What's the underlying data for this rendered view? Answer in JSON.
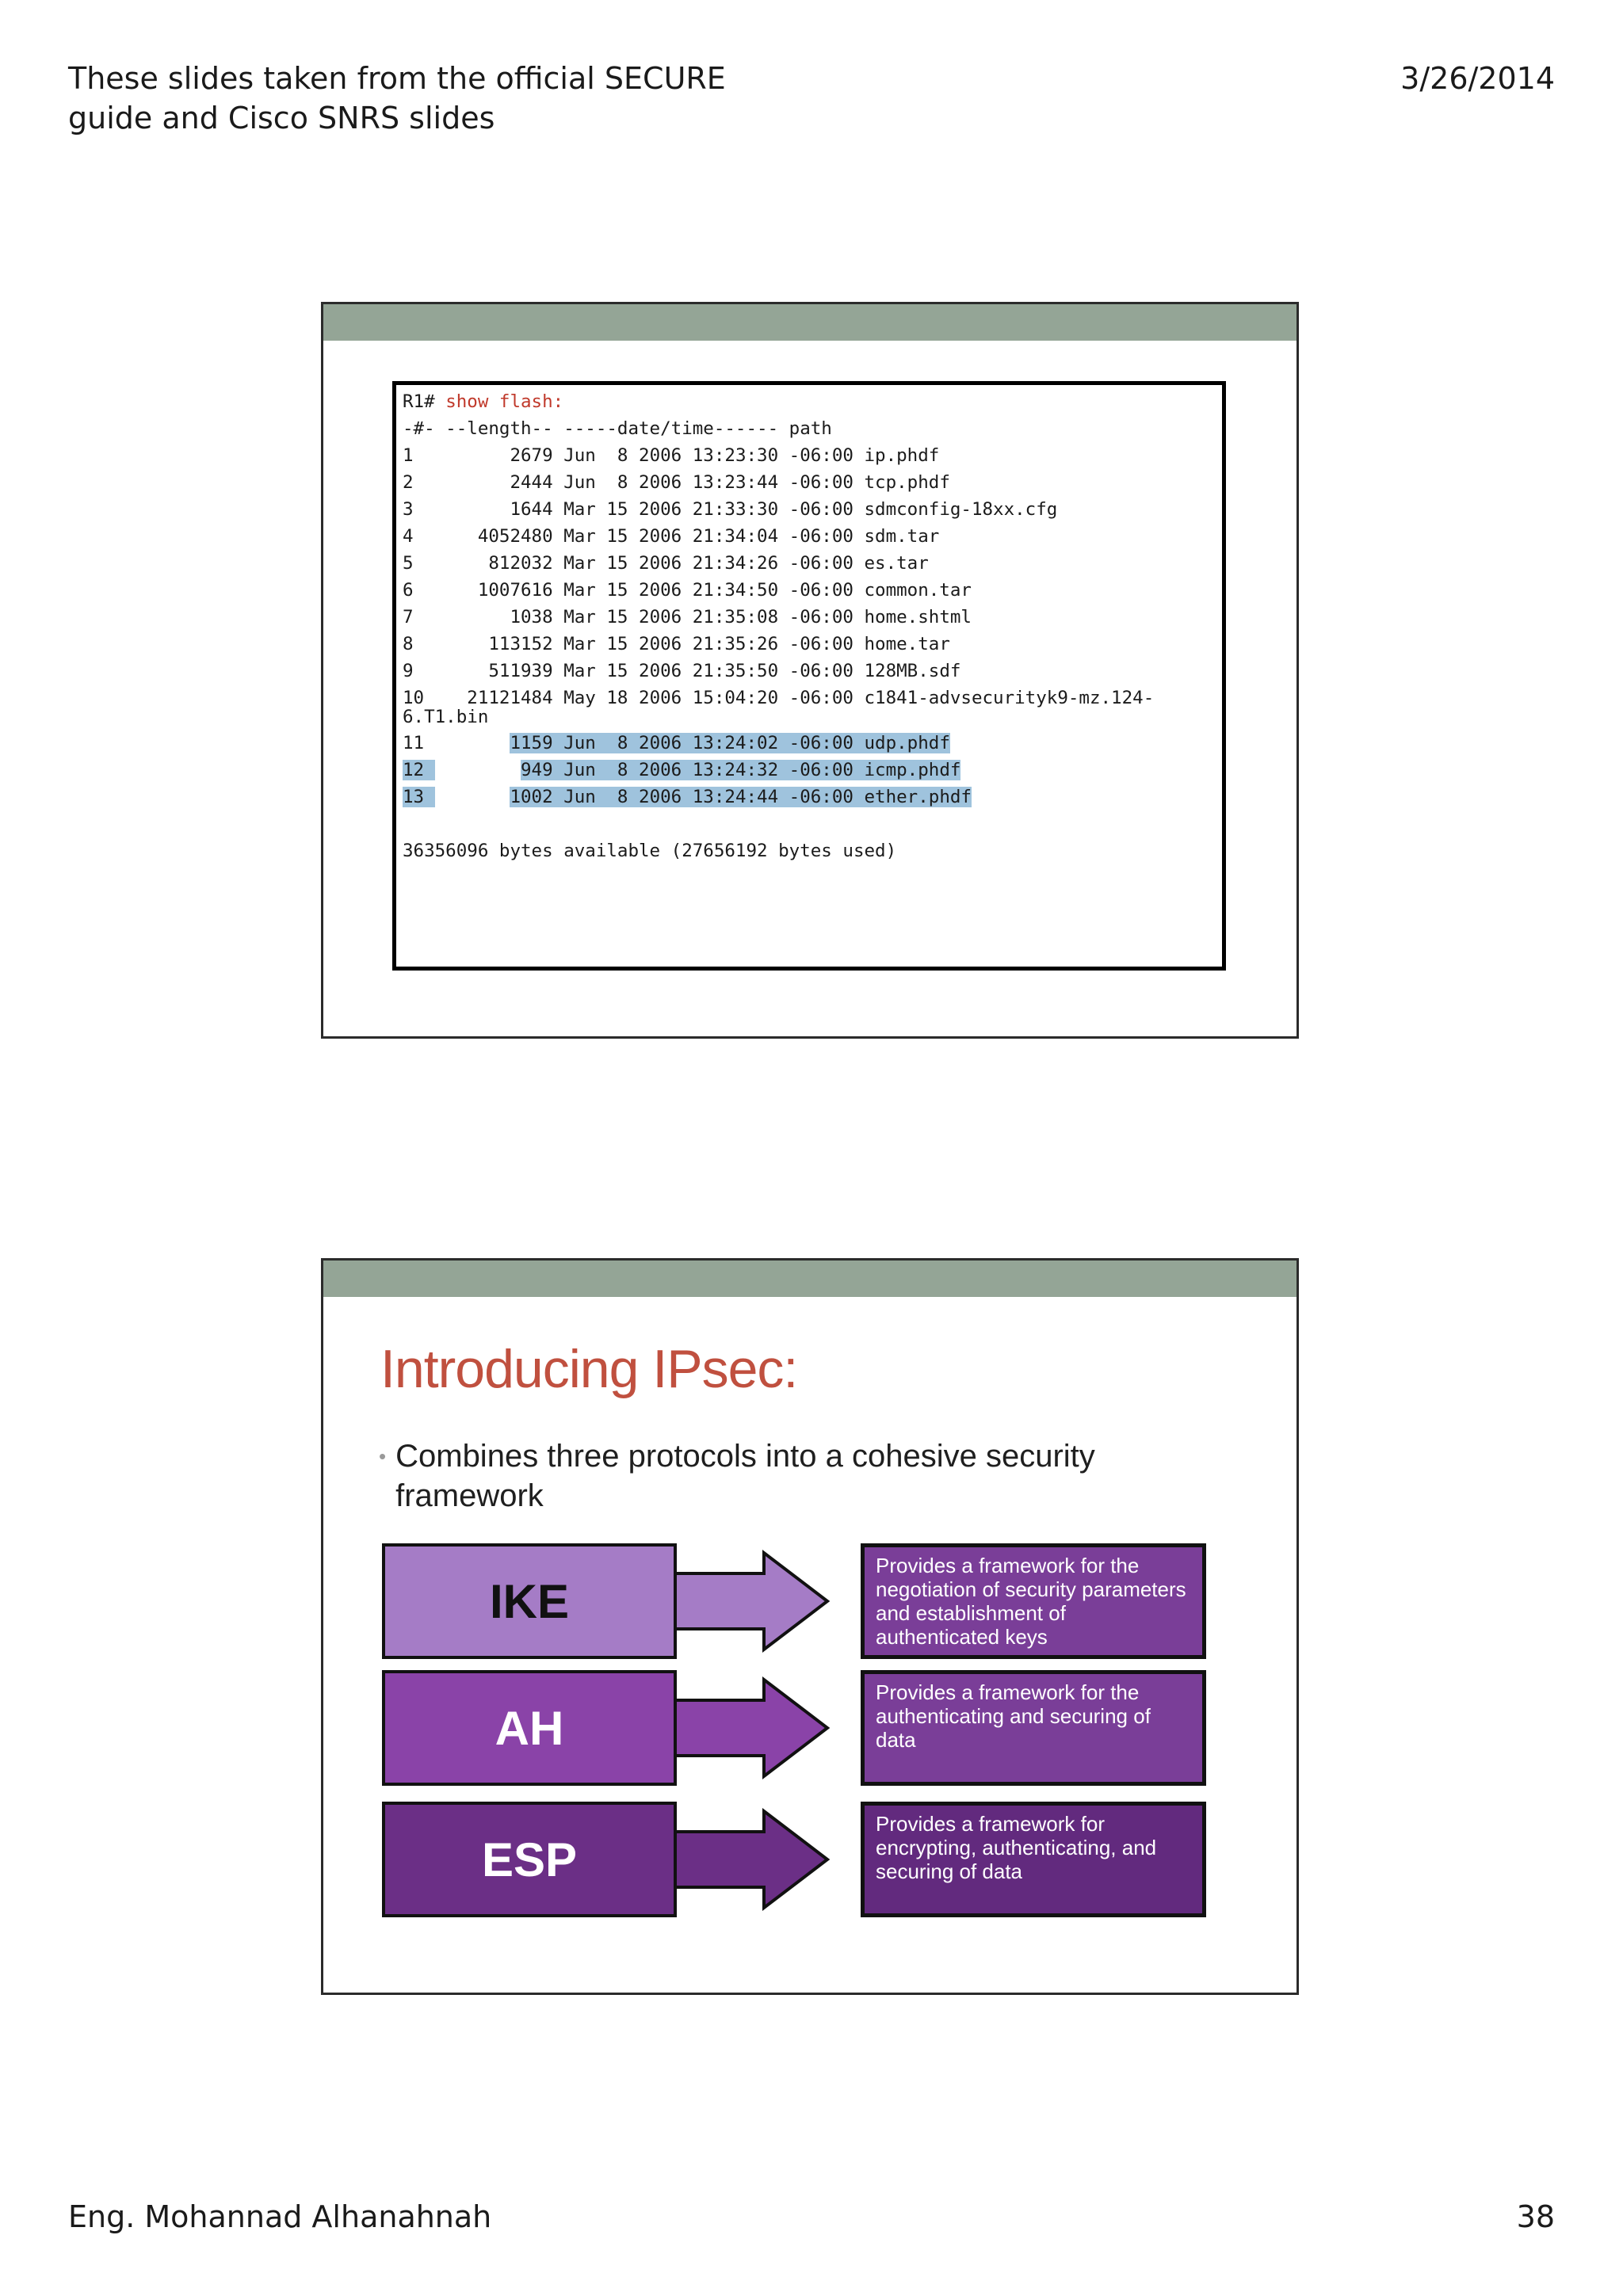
{
  "header": {
    "left_line1": "These slides taken from the official SECURE",
    "left_line2": "guide and Cisco SNRS slides",
    "date": "3/26/2014"
  },
  "footer": {
    "author": "Eng. Mohannad Alhanahnah",
    "page_number": "38"
  },
  "slide1": {
    "prompt": "R1# ",
    "command": "show flash:",
    "header_line": "-#- --length-- -----date/time------ path",
    "rows": [
      {
        "num": "1",
        "length": "2679",
        "date": "Jun  8 2006 13:23:30 -06:00",
        "path": "ip.phdf"
      },
      {
        "num": "2",
        "length": "2444",
        "date": "Jun  8 2006 13:23:44 -06:00",
        "path": "tcp.phdf"
      },
      {
        "num": "3",
        "length": "1644",
        "date": "Mar 15 2006 21:33:30 -06:00",
        "path": "sdmconfig-18xx.cfg"
      },
      {
        "num": "4",
        "length": "4052480",
        "date": "Mar 15 2006 21:34:04 -06:00",
        "path": "sdm.tar"
      },
      {
        "num": "5",
        "length": "812032",
        "date": "Mar 15 2006 21:34:26 -06:00",
        "path": "es.tar"
      },
      {
        "num": "6",
        "length": "1007616",
        "date": "Mar 15 2006 21:34:50 -06:00",
        "path": "common.tar"
      },
      {
        "num": "7",
        "length": "1038",
        "date": "Mar 15 2006 21:35:08 -06:00",
        "path": "home.shtml"
      },
      {
        "num": "8",
        "length": "113152",
        "date": "Mar 15 2006 21:35:26 -06:00",
        "path": "home.tar"
      },
      {
        "num": "9",
        "length": "511939",
        "date": "Mar 15 2006 21:35:50 -06:00",
        "path": "128MB.sdf"
      },
      {
        "num": "10",
        "length": "21121484",
        "date": "May 18 2006 15:04:20 -06:00",
        "path": "c1841-advsecurityk9-mz.124-6.T1.bin"
      },
      {
        "num": "11",
        "length": "1159",
        "date": "Jun  8 2006 13:24:02 -06:00",
        "path": "udp.phdf"
      },
      {
        "num": "12",
        "length": "949",
        "date": "Jun  8 2006 13:24:32 -06:00",
        "path": "icmp.phdf"
      },
      {
        "num": "13",
        "length": "1002",
        "date": "Jun  8 2006 13:24:44 -06:00",
        "path": "ether.phdf"
      }
    ],
    "summary": "36356096 bytes available (27656192 bytes used)"
  },
  "slide2": {
    "title": "Introducing IPsec:",
    "bullet": "Combines three protocols into a cohesive security framework",
    "protocols": [
      {
        "name": "IKE",
        "description": "Provides a framework for the negotiation of security parameters and establishment of authenticated keys",
        "color": "#a57cc6",
        "text_color": "#111111",
        "desc_color": "#7a3e98"
      },
      {
        "name": "AH",
        "description": "Provides a framework for the authenticating and securing of data",
        "color": "#8a43a8",
        "text_color": "#ffffff",
        "desc_color": "#7a3e98"
      },
      {
        "name": "ESP",
        "description": "Provides a framework for encrypting, authenticating, and securing of data",
        "color": "#6b2f86",
        "text_color": "#ffffff",
        "desc_color": "#622a7e"
      }
    ]
  }
}
